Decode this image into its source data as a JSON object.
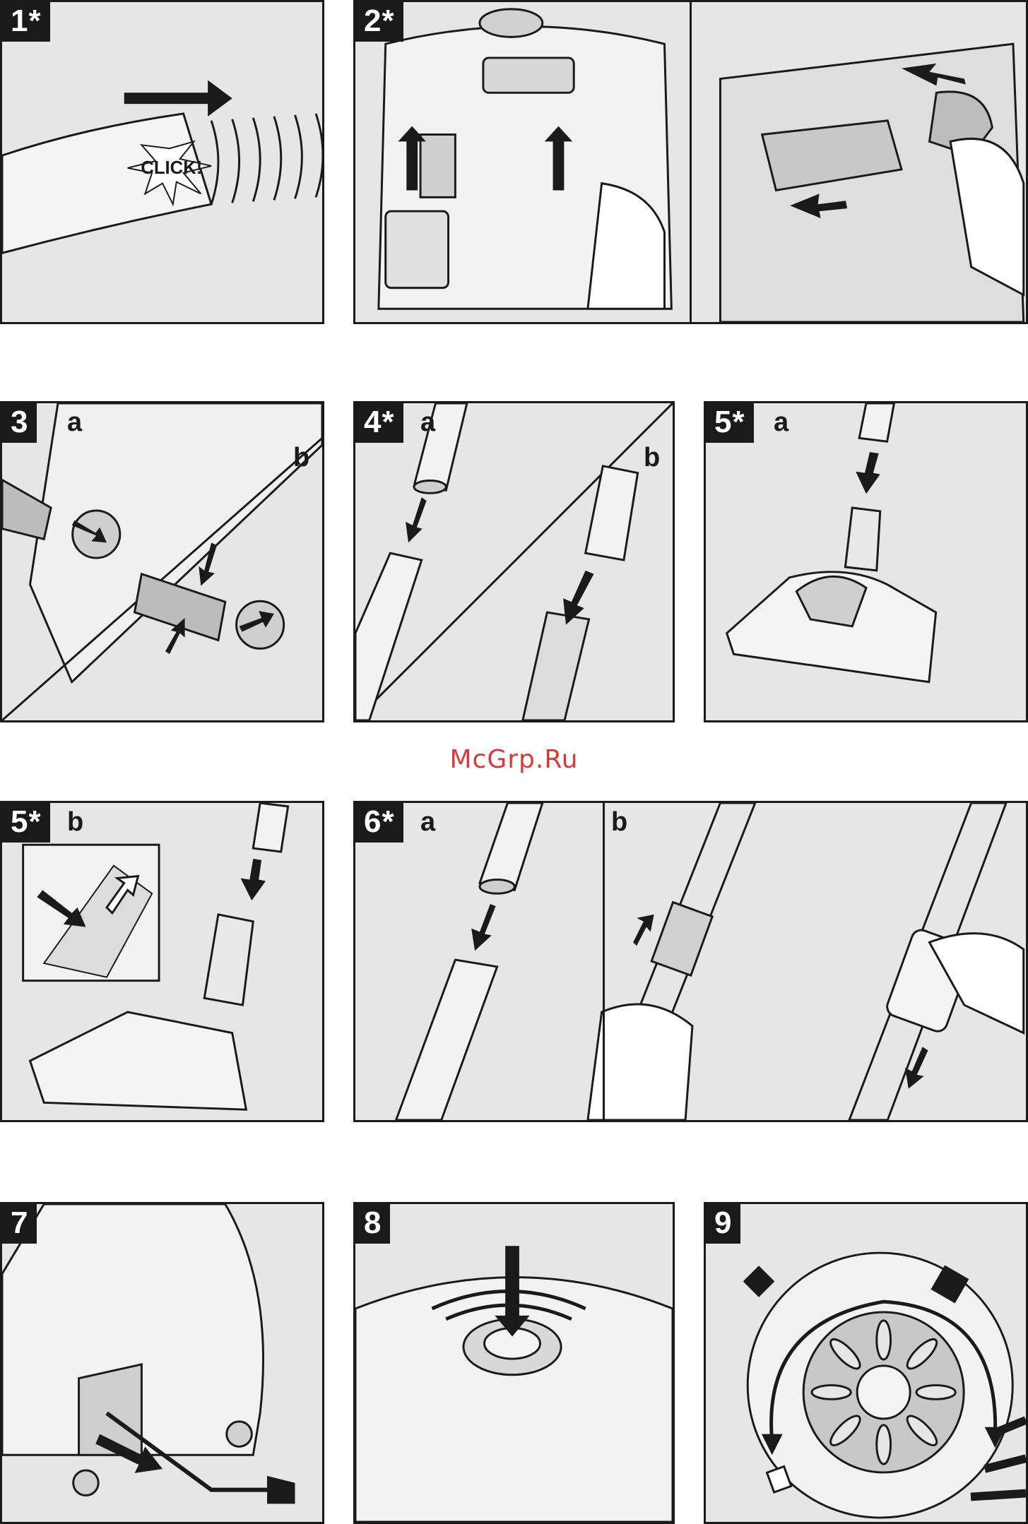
{
  "panels": [
    {
      "id": "p1",
      "badge": "1*"
    },
    {
      "id": "p2",
      "badge": "2*"
    },
    {
      "id": "p3",
      "badge": "3",
      "sub_a": "a",
      "sub_b": "b"
    },
    {
      "id": "p4",
      "badge": "4*",
      "sub_a": "a",
      "sub_b": "b"
    },
    {
      "id": "p5",
      "badge": "5*",
      "sub_a": "a"
    },
    {
      "id": "p6",
      "badge": "5*",
      "sub_a": "b"
    },
    {
      "id": "p7",
      "badge": "6*",
      "sub_a": "a",
      "sub_b": "b"
    },
    {
      "id": "p8",
      "badge": "7"
    },
    {
      "id": "p9",
      "badge": "8"
    },
    {
      "id": "p10",
      "badge": "9"
    }
  ],
  "click_label": "CLICK!",
  "watermark": "McGrp.Ru",
  "colors": {
    "ink": "#1a1a1a",
    "panel_bg": "#e6e6e6",
    "watermark": "#d83a3a"
  }
}
